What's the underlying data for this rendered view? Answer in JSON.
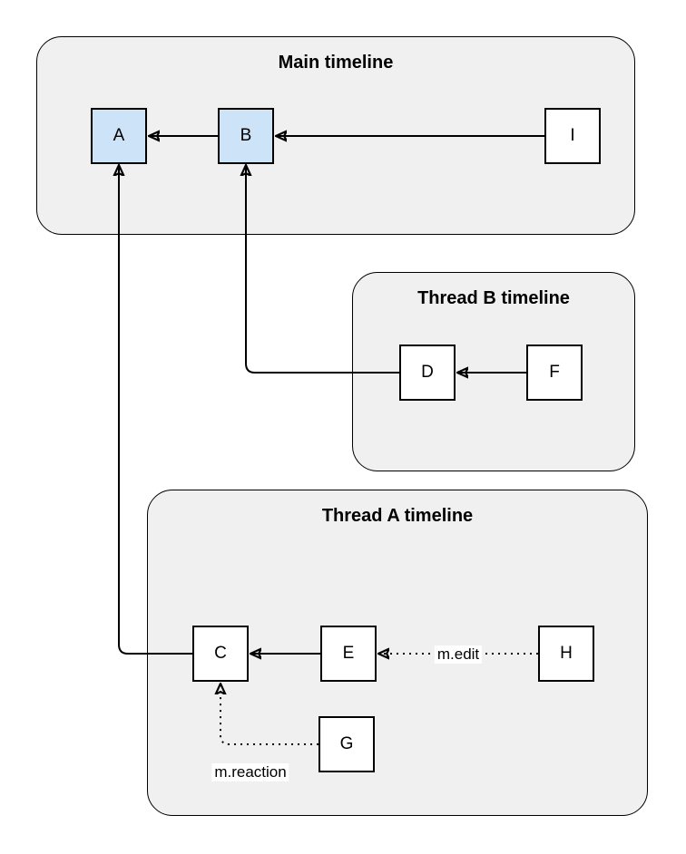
{
  "diagram": {
    "colors": {
      "background": "#ffffff",
      "container_fill": "#f0f0f0",
      "container_stroke": "#000000",
      "node_highlight_fill": "#cde4f8",
      "node_fill": "#ffffff",
      "node_stroke": "#000000",
      "edge_color": "#000000",
      "edge_label_bg": "#ffffff"
    },
    "containers": {
      "main": {
        "label": "Main timeline"
      },
      "thread_b": {
        "label": "Thread B timeline"
      },
      "thread_a": {
        "label": "Thread A timeline"
      }
    },
    "nodes": {
      "a": {
        "label": "A",
        "highlighted": true
      },
      "b": {
        "label": "B",
        "highlighted": true
      },
      "i": {
        "label": "I",
        "highlighted": false
      },
      "d": {
        "label": "D",
        "highlighted": false
      },
      "f": {
        "label": "F",
        "highlighted": false
      },
      "c": {
        "label": "C",
        "highlighted": false
      },
      "e": {
        "label": "E",
        "highlighted": false
      },
      "h": {
        "label": "H",
        "highlighted": false
      },
      "g": {
        "label": "G",
        "highlighted": false
      }
    },
    "edge_labels": {
      "edit": "m.edit",
      "reaction": "m.reaction"
    },
    "edges": [
      {
        "from": "B",
        "to": "A",
        "style": "solid"
      },
      {
        "from": "I",
        "to": "B",
        "style": "solid"
      },
      {
        "from": "F",
        "to": "D",
        "style": "solid"
      },
      {
        "from": "D",
        "to": "B",
        "style": "solid"
      },
      {
        "from": "E",
        "to": "C",
        "style": "solid"
      },
      {
        "from": "C",
        "to": "A",
        "style": "solid"
      },
      {
        "from": "H",
        "to": "E",
        "style": "dotted",
        "label": "m.edit"
      },
      {
        "from": "G",
        "to": "C",
        "style": "dotted",
        "label": "m.reaction"
      }
    ]
  }
}
